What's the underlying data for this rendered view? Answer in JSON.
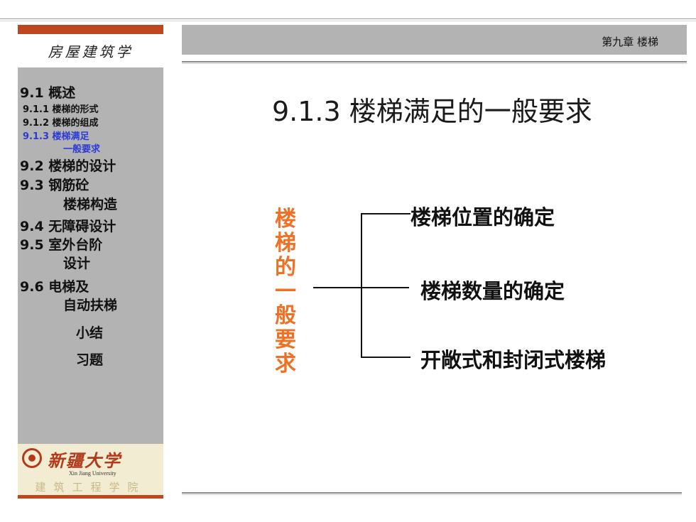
{
  "sidebar": {
    "course_title": "房屋建筑学",
    "nav": [
      {
        "label": "9.1 概述"
      },
      {
        "label": "9.1.1 楼梯的形式"
      },
      {
        "label": "9.1.2 楼梯的组成"
      },
      {
        "label": "9.1.3 楼梯满足"
      },
      {
        "label": "一般要求"
      },
      {
        "label": "9.2 楼梯的设计"
      },
      {
        "label": "9.3 钢筋砼"
      },
      {
        "label": "楼梯构造"
      },
      {
        "label": "9.4 无障碍设计"
      },
      {
        "label": "9.5 室外台阶"
      },
      {
        "label": "设计"
      },
      {
        "label": "9.6 电梯及"
      },
      {
        "label": "自动扶梯"
      },
      {
        "label": "小结"
      },
      {
        "label": "习题"
      }
    ],
    "university_name_cn": "新疆大学",
    "university_name_en": "Xin Jiang University",
    "college": "建筑工程学院"
  },
  "header": {
    "chapter": "第九章 楼梯"
  },
  "main": {
    "title": "9.1.3 楼梯满足的一般要求",
    "root_chars": [
      "楼",
      "梯",
      "的",
      "一",
      "般",
      "要",
      "求"
    ],
    "branches": [
      {
        "label": "楼梯位置的确定"
      },
      {
        "label": "楼梯数量的确定"
      },
      {
        "label": "开敞式和封闭式楼梯"
      }
    ]
  },
  "colors": {
    "accent": "#c0461d",
    "highlight": "#f07024",
    "active_nav": "#2b3bd6",
    "panel": "#b3b3b3"
  }
}
